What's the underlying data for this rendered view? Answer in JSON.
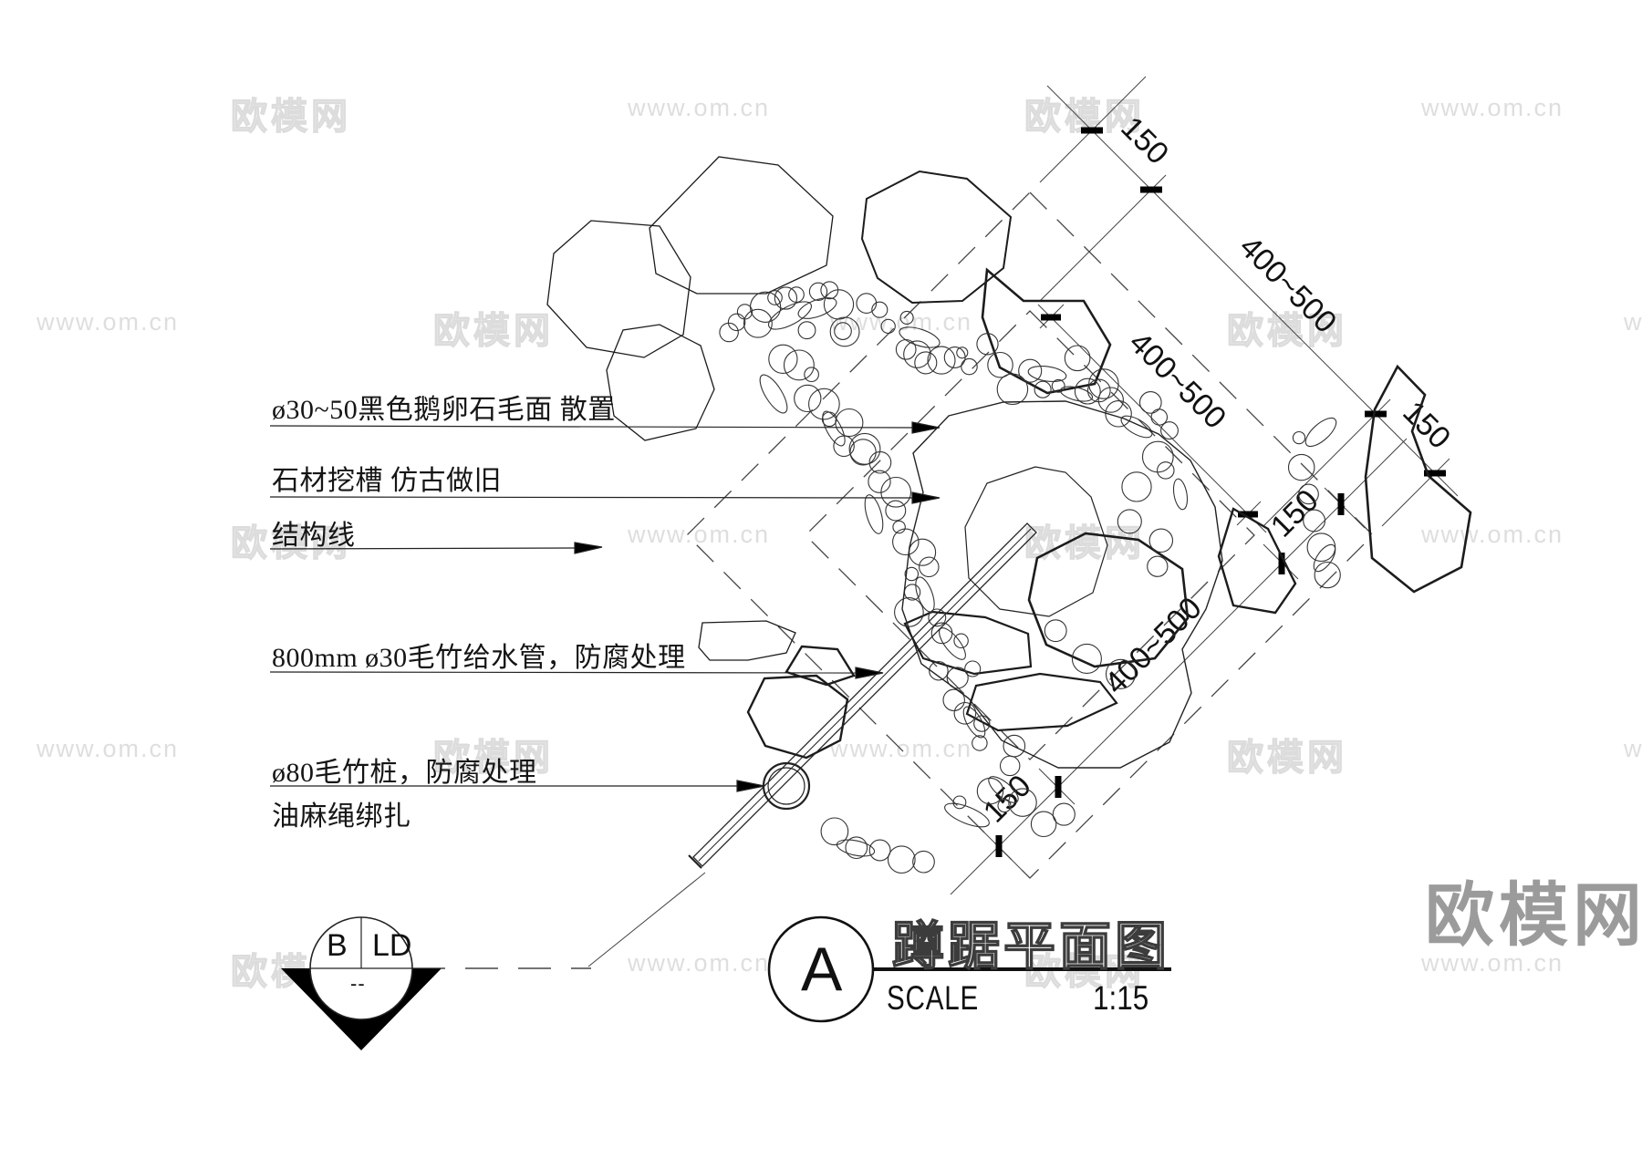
{
  "watermarks": {
    "brand": "欧模网",
    "site": "www.om.cn"
  },
  "logo_text": "欧模网",
  "annotations": {
    "cobblestone": "ø30~50黑色鹅卵石毛面 散置",
    "stone_groove": "石材挖槽 仿古做旧",
    "structure_line": "结构线",
    "water_pipe": "800mm ø30毛竹给水管，防腐处理",
    "bamboo_pile": "ø80毛竹桩，防腐处理",
    "hemp_rope": "油麻绳绑扎"
  },
  "dimensions": {
    "outer_top": "150",
    "outer_mid": "400~500",
    "outer_bottom": "150",
    "edge": "400~500",
    "inner_bottom": "150",
    "inner_mid": "400~500",
    "inner_top": "150"
  },
  "section_marker": {
    "left": "B",
    "right": "LD",
    "note": "--"
  },
  "title_block": {
    "detail_letter": "A",
    "title": "蹲踞平面图",
    "scale_label": "SCALE",
    "scale_value": "1:15"
  }
}
